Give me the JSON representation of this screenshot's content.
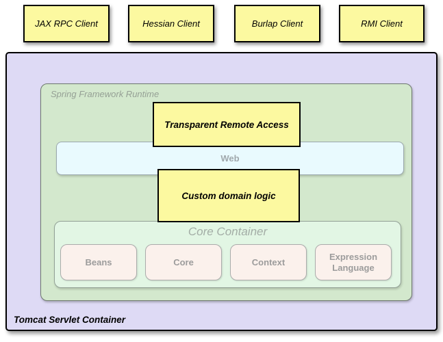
{
  "clients": [
    {
      "label": "JAX RPC Client"
    },
    {
      "label": "Hessian Client"
    },
    {
      "label": "Burlap Client"
    },
    {
      "label": "RMI Client"
    }
  ],
  "tomcat_container": {
    "label": "Tomcat Servlet Container",
    "fill": "#DEDAF5"
  },
  "spring_runtime": {
    "label": "Spring Framework Runtime",
    "fill": "#D3E8CD"
  },
  "remote_access_box": {
    "label": "Transparent Remote Access",
    "fill": "#FCF9A0"
  },
  "web_layer": {
    "label": "Web",
    "fill": "#E9FAFE"
  },
  "domain_logic_box": {
    "label": "Custom domain logic",
    "fill": "#FCF9A0"
  },
  "core_container": {
    "label": "Core Container",
    "fill": "#E2F6E4",
    "module_fill": "#FBF1EC",
    "modules": [
      {
        "label": "Beans"
      },
      {
        "label": "Core"
      },
      {
        "label": "Context"
      },
      {
        "label": "Expression Language"
      }
    ]
  }
}
